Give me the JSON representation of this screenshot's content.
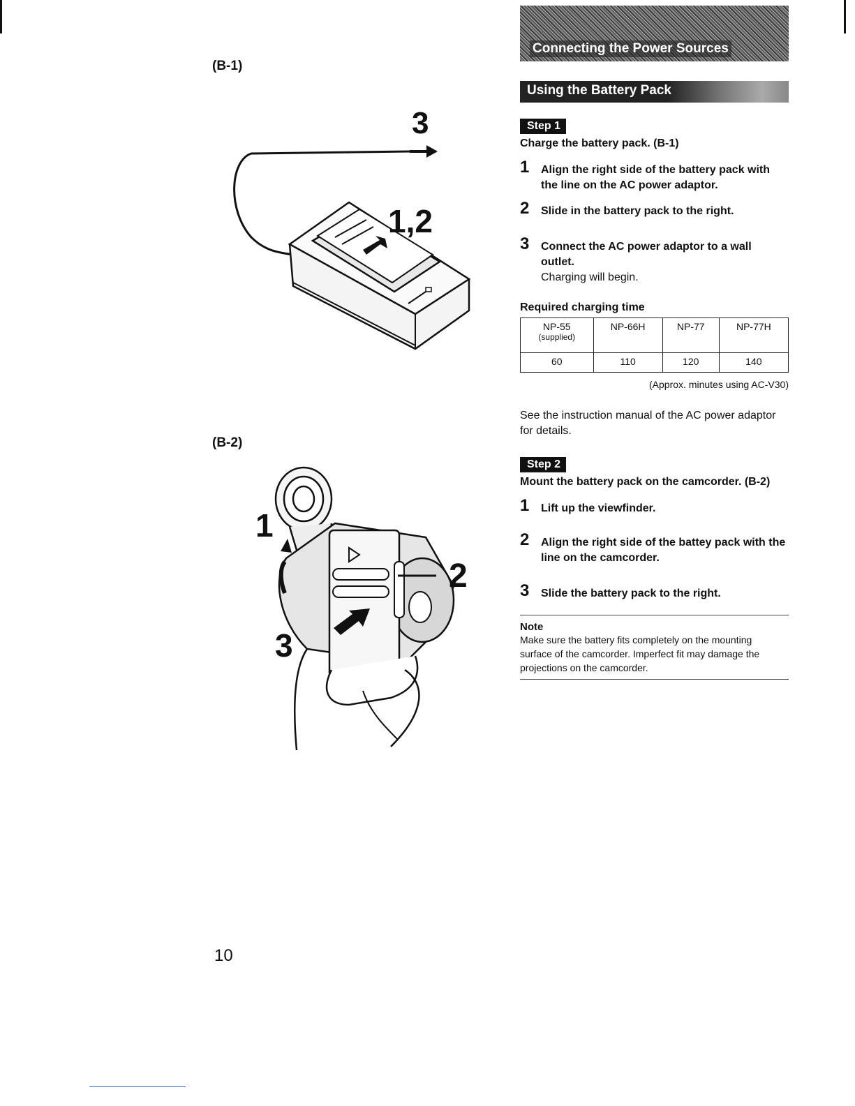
{
  "figures": {
    "b1_label": "(B-1)",
    "b2_label": "(B-2)",
    "b1_callouts": {
      "three": "3",
      "one_two": "1,2"
    },
    "b2_callouts": {
      "one": "1",
      "two": "2",
      "three": "3"
    }
  },
  "section_title": "Connecting the Power Sources",
  "subsection_title": "Using the Battery Pack",
  "step1": {
    "badge": "Step 1",
    "heading": "Charge the battery pack. (B-1)",
    "items": [
      {
        "num": "1",
        "text": "Align the right side of the battery pack with the line on the AC power adaptor."
      },
      {
        "num": "2",
        "text": "Slide in the battery pack to the right."
      },
      {
        "num": "3",
        "text": "Connect the AC power adaptor to a wall outlet."
      }
    ],
    "item3_note": "Charging will begin."
  },
  "charging": {
    "title": "Required charging time",
    "headers": [
      "NP-55",
      "NP-66H",
      "NP-77",
      "NP-77H"
    ],
    "header_sub": "(supplied)",
    "values": [
      "60",
      "110",
      "120",
      "140"
    ],
    "caption": "(Approx. minutes using AC-V30)"
  },
  "see_manual": "See the instruction manual of the AC power adaptor for details.",
  "step2": {
    "badge": "Step 2",
    "heading": "Mount the battery pack on the camcorder. (B-2)",
    "items": [
      {
        "num": "1",
        "text": "Lift up the viewfinder."
      },
      {
        "num": "2",
        "text": "Align the right side of the battey pack with the line on the camcorder."
      },
      {
        "num": "3",
        "text": "Slide the battery pack to the right."
      }
    ]
  },
  "note": {
    "title": "Note",
    "text": "Make sure the battery fits completely on the mounting surface of the camcorder. Imperfect fit may damage the projections on the camcorder."
  },
  "page_number": "10"
}
